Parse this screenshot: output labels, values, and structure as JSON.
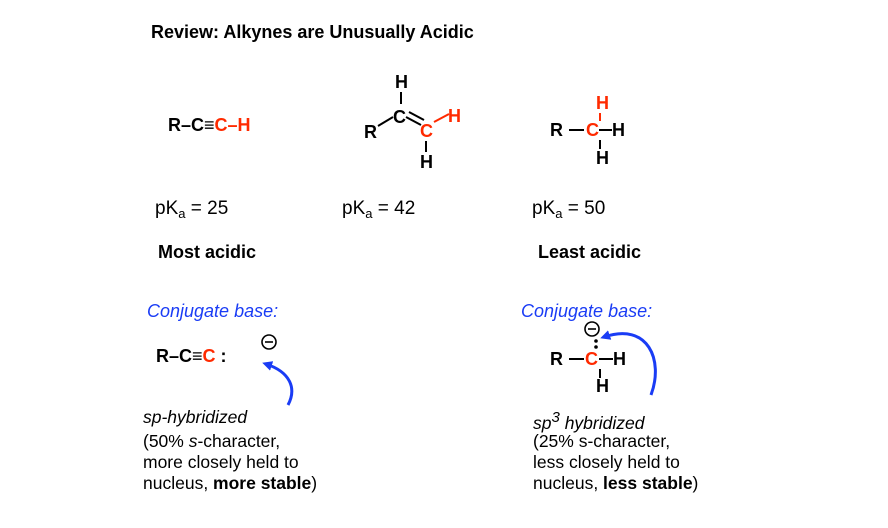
{
  "title": "Review: Alkynes are Unusually Acidic",
  "alkyne": {
    "r": "R",
    "c1": "C",
    "c2": "C",
    "h": "H"
  },
  "alkene": {
    "r": "R",
    "c1": "C",
    "c2": "C",
    "h_top": "H",
    "h_right": "H",
    "h_bottom": "H"
  },
  "alkane": {
    "r": "R",
    "c": "C",
    "h_top": "H",
    "h_right": "H",
    "h_bottom": "H"
  },
  "pka": {
    "label_p": "pK",
    "label_sub": "a",
    "alkyne": "= 25",
    "alkene": "= 42",
    "alkane": "= 50"
  },
  "acidity": {
    "most": "Most acidic",
    "least": "Least acidic"
  },
  "conjugate": {
    "label": "Conjugate base:",
    "alkyne": {
      "r": "R",
      "c1": "C",
      "c2": "C",
      "lone_pair": ":"
    },
    "alkane": {
      "r": "R",
      "c": "C",
      "h_right": "H",
      "h_bottom": "H"
    }
  },
  "descriptions": {
    "left": {
      "hybrid": "sp-hybridized",
      "line1_a": "(50% ",
      "line1_b": "s",
      "line1_c": "-character,",
      "line2": "more closely held to",
      "line3_a": "nucleus, ",
      "line3_b": "more stable",
      "line3_c": ")"
    },
    "right": {
      "hybrid_a": "sp",
      "hybrid_sup": "3",
      "hybrid_b": " hybridized",
      "line1": "(25% s-character,",
      "line2": "less closely held to",
      "line3_a": "nucleus, ",
      "line3_b": "less stable",
      "line3_c": ")"
    }
  },
  "colors": {
    "highlight": "#ff2a00",
    "conjugate_label": "#1a3cf5",
    "arrow": "#1a3cf5"
  }
}
